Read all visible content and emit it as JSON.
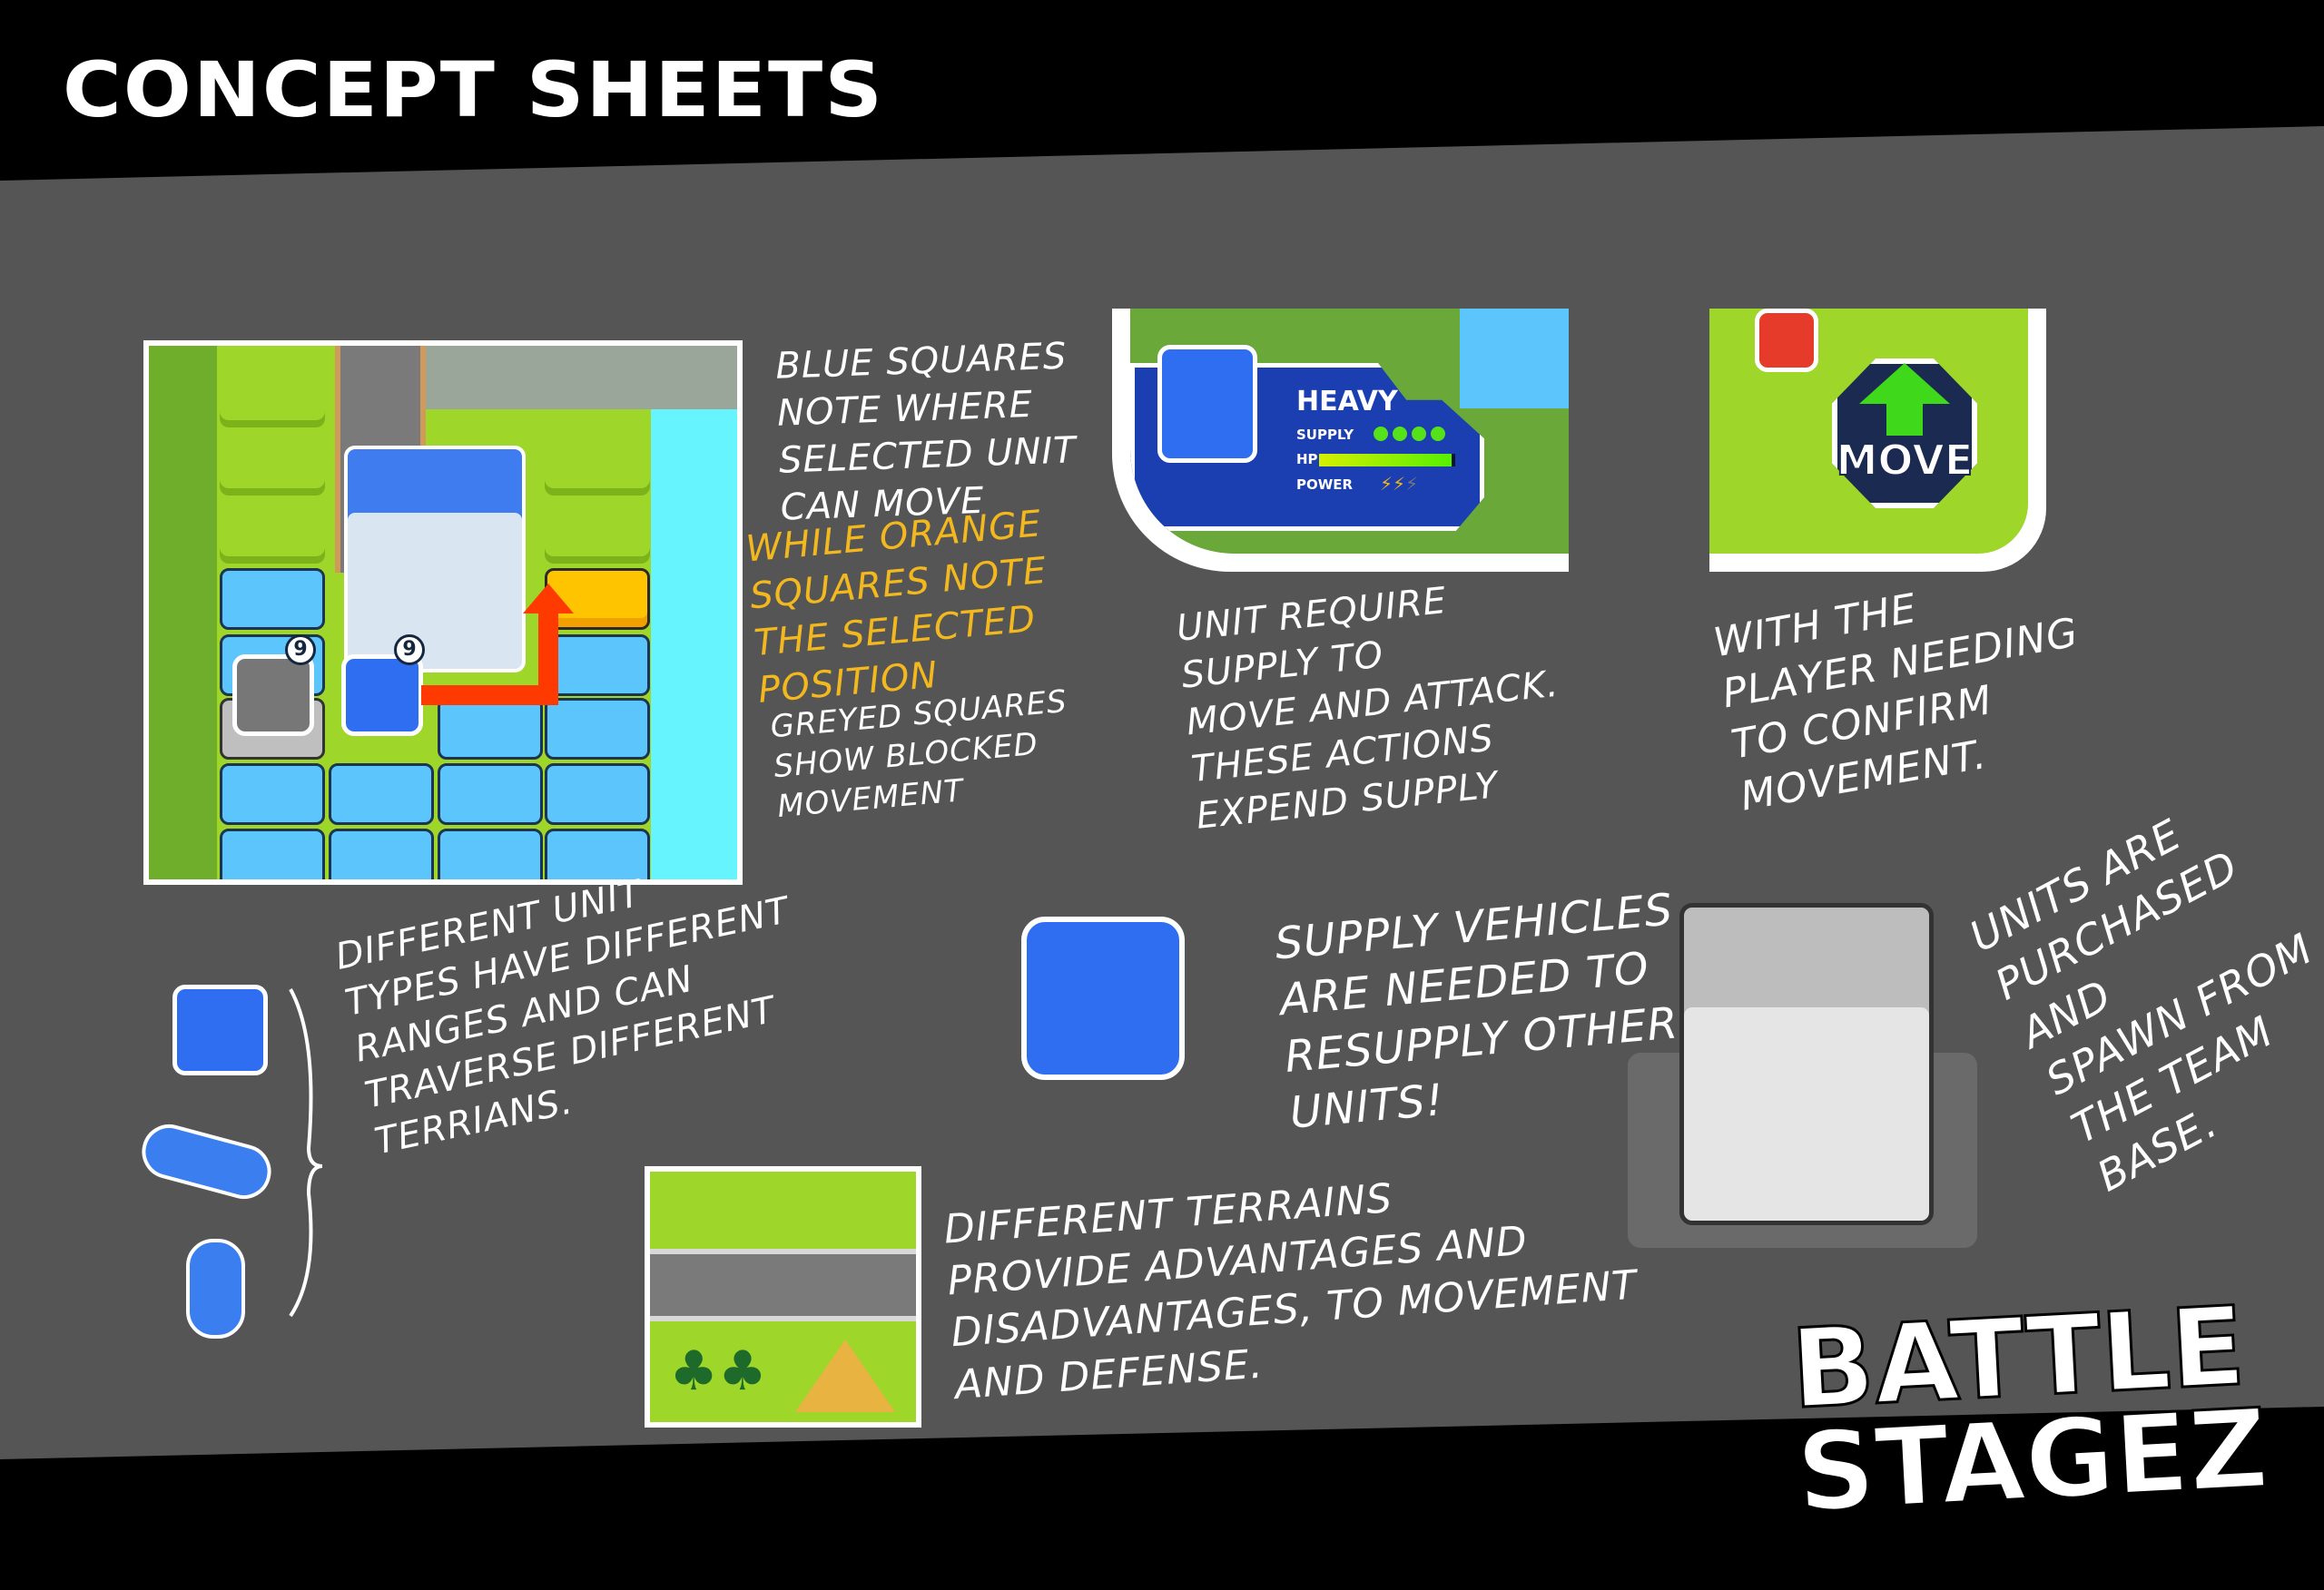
{
  "title": "CONCEPT SHEETS",
  "map_panel": {
    "unit_badges": [
      "9",
      "9"
    ]
  },
  "notes": {
    "blue_squares": "Blue squares\nnote where\nselected unit\ncan move",
    "orange_squares": "While orange\nsquares note\nthe selected\nposition",
    "greyed_squares": "Greyed squares\nshow blocked\nmovement",
    "supply": "Unit require\nsupply to\nmove and attack.\nThese actions\nexpend supply",
    "confirm": "With the\nplayer needing\nto confirm\nmovement.",
    "unit_types": "Different unit\ntypes have different\nranges and can\ntraverse different\nterrians.",
    "supply_vehicles": "Supply vehicles\nare needed to\nresupply other\nunits!",
    "base": "Units are\npurchased and\nspawn from\nthe team\nbase.",
    "terrains": "Different terrains\nprovide advantages and\ndisadvantages, to movement\nand defense."
  },
  "unit_card": {
    "name": "HEAVY",
    "supply_label": "SUPPLY",
    "supply": 4,
    "supply_max": 4,
    "hp_label": "HP",
    "hp_fraction": 0.97,
    "power_label": "POWER",
    "power": 2,
    "power_max": 3
  },
  "move_button": {
    "label": "MOVE"
  },
  "logo": {
    "line1": "BATTLE",
    "line2": "STAGEZ"
  }
}
